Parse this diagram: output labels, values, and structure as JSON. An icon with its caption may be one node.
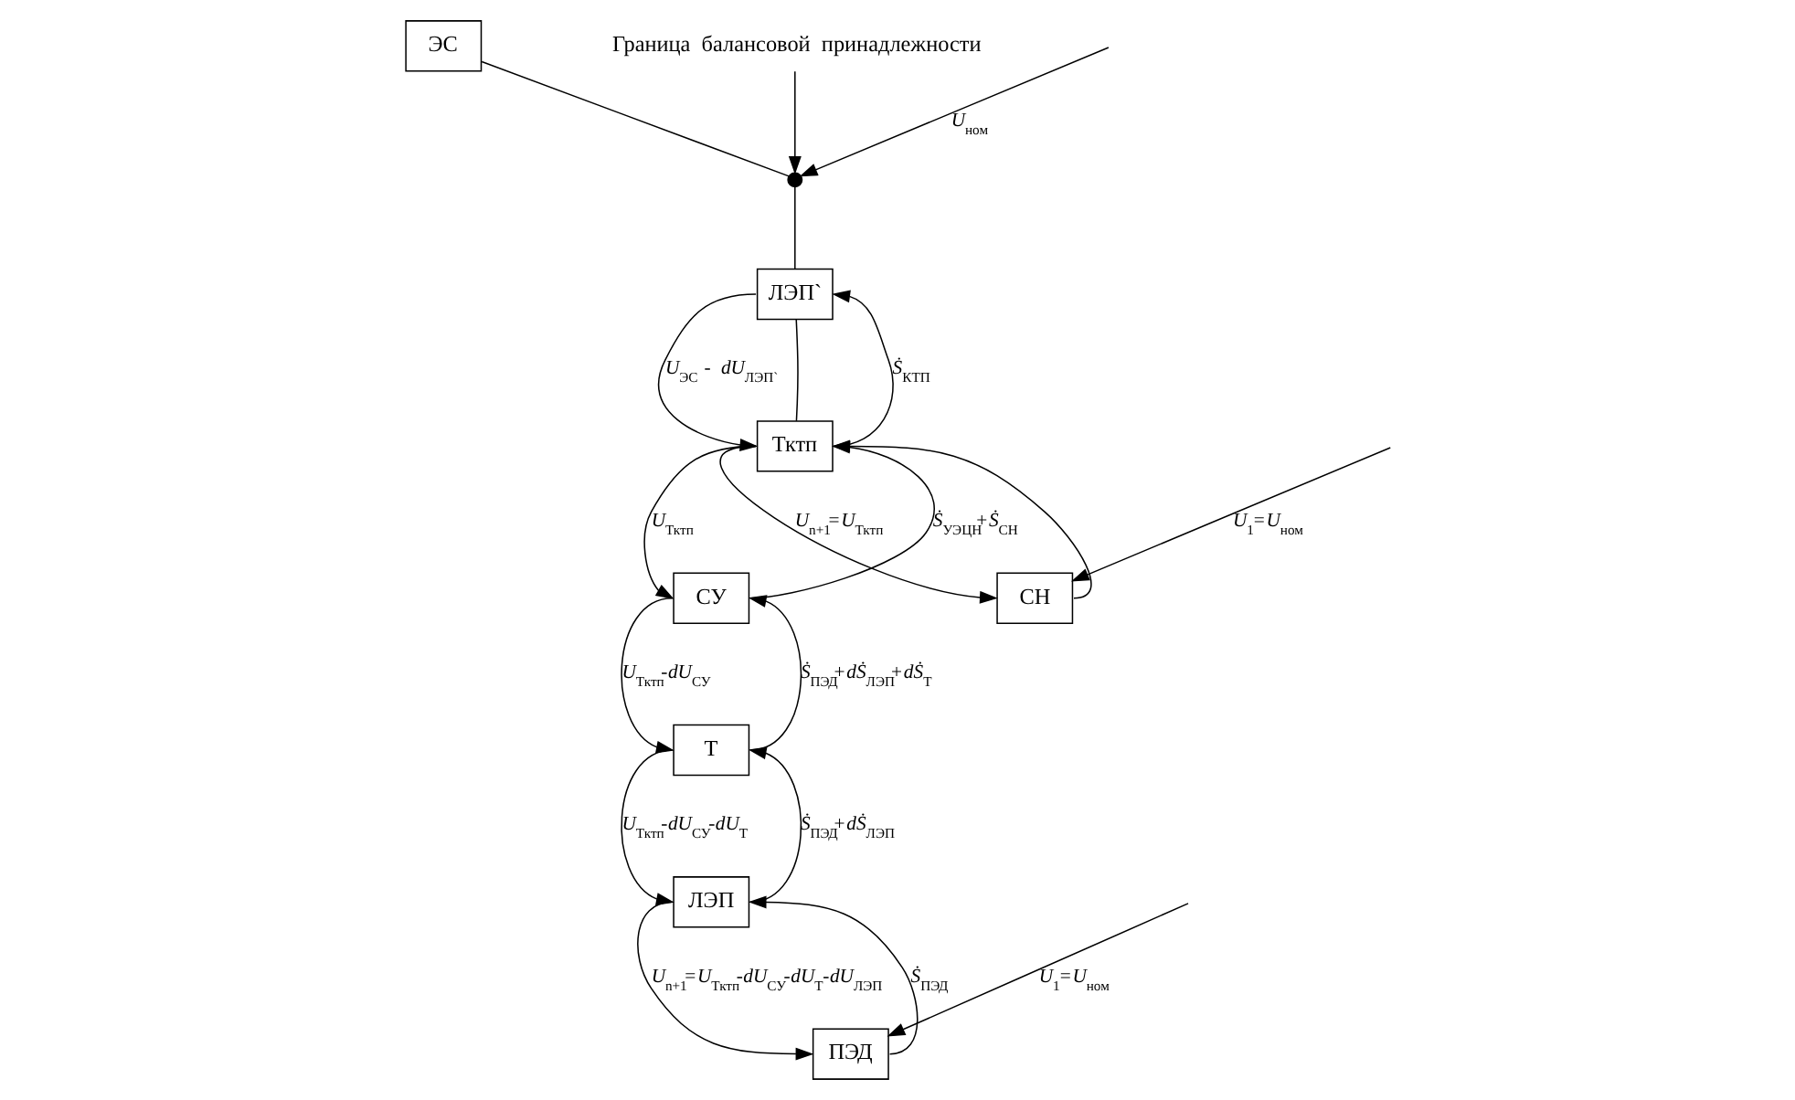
{
  "diagram": {
    "nodes": [
      {
        "text": [
          "ЭС"
        ]
      },
      {
        "text": [],
        "shape": "circle"
      },
      {
        "text": [
          "ЛЭП`"
        ]
      },
      {
        "text": [
          "Тктп"
        ]
      },
      {
        "text": [
          "СУ"
        ]
      },
      {
        "text": [
          "СН"
        ]
      },
      {
        "text": [
          "Т"
        ]
      },
      {
        "text": [
          "ЛЭП"
        ]
      },
      {
        "text": [
          "ПЭД"
        ]
      },
      {
        "text": [
          "Граница балансовой принадлежности"
        ]
      }
    ],
    "edges": [
      {
        "from": 0,
        "to": 1,
        "arrow": "none"
      },
      {
        "from": null,
        "to": 1,
        "arrow": "to",
        "label": "*U*$_{ном}$"
      },
      {
        "from": 9,
        "to": 1,
        "arrow": "to"
      },
      {
        "from": 1,
        "to": 2,
        "arrow": "none"
      },
      {
        "from": 2,
        "to": 3,
        "arrow": "to",
        "label": "*U*$_{ЭС}$ - *dU*$_{ЛЭП`}$"
      },
      {
        "from": 2,
        "to": 3,
        "arrow": "none"
      },
      {
        "from": 3,
        "to": 2,
        "arrow": "to",
        "label": "*Ṡ*$_{КТП}$"
      },
      {
        "from": 3,
        "to": 4,
        "arrow": "to",
        "label": "*U*$_{Тктп}$"
      },
      {
        "from": 3,
        "to": 5,
        "arrow": "to",
        "label": "*U*$_{n+1}$=*U*$_{Тктп}$"
      },
      {
        "from": 4,
        "to": 3,
        "arrow": "to",
        "label": "*Ṡ*$_{УЭЦН}$+*Ṡ*$_{СН}$"
      },
      {
        "from": 5,
        "to": 3,
        "arrow": "to"
      },
      {
        "from": null,
        "to": 5,
        "arrow": "to",
        "label": "*U*$_{1}$=*U*$_{ном}$"
      },
      {
        "from": 4,
        "to": 6,
        "arrow": "to",
        "label": "*U*$_{Тктп}$-*dU*$_{СУ}$"
      },
      {
        "from": 6,
        "to": 4,
        "arrow": "to",
        "label": "*Ṡ*$_{ПЭД}$+*dṠ*$_{ЛЭП}$+*dṠ*$_{Т}$"
      },
      {
        "from": 6,
        "to": 7,
        "arrow": "to",
        "label": "*U*$_{Тктп}$-*dU*$_{СУ}$-*dU*$_{Т}$"
      },
      {
        "from": 7,
        "to": 6,
        "arrow": "to",
        "label": "*Ṡ*$_{ПЭД}$+*dṠ*$_{ЛЭП}$"
      },
      {
        "from": 7,
        "to": 8,
        "arrow": "to",
        "label": "*U*$_{n+1}$=*U*$_{Тктп}$-*dU*$_{СУ}$-*dU*$_{Т}$-*dU*$_{ЛЭП}$"
      },
      {
        "from": 8,
        "to": 7,
        "arrow": "to",
        "label": "*Ṡ*$_{ПЭД}$"
      },
      {
        "from": null,
        "to": 8,
        "arrow": "to",
        "label": "*U*$_{1}$=*U*$_{ном}$"
      }
    ]
  }
}
